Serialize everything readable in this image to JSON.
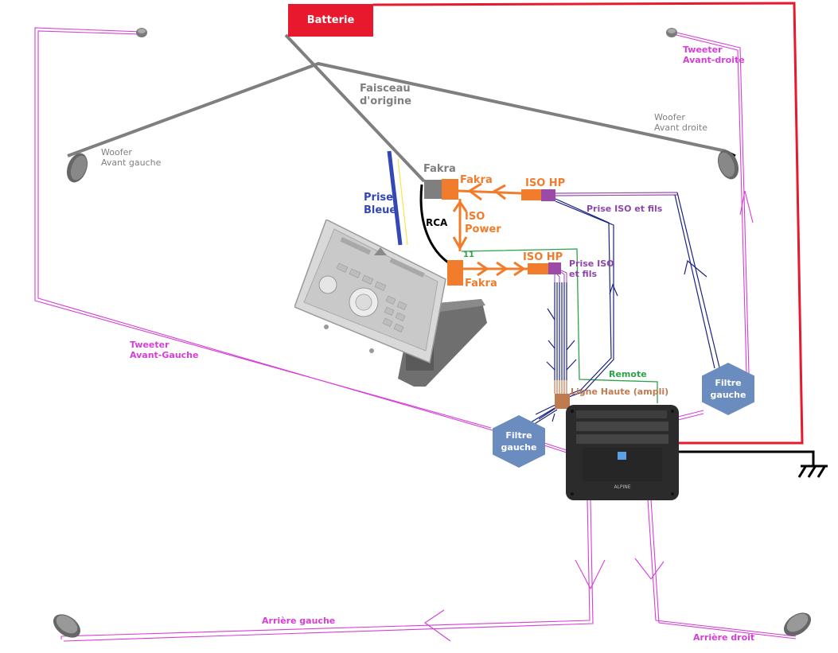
{
  "title": "Schéma câblage autoradio + ampli",
  "battery": {
    "label": "Batterie",
    "color": "#e8192c"
  },
  "labels": {
    "harness": "Faisceau\nd'origine",
    "woofer_left": "Woofer\nAvant gauche",
    "woofer_right": "Woofer\nAvant droite",
    "tweeter_right": "Tweeter\nAvant-droite",
    "tweeter_left": "Tweeter\nAvant-Gauche",
    "fakra_gray": "Fakra",
    "fakra_top": "Fakra",
    "fakra_bottom": "Fakra",
    "iso_hp_top": "ISO HP",
    "iso_hp_bottom": "ISO HP",
    "iso_power": "ISO\nPower",
    "rca": "RCA",
    "prise_bleue": "Prise\nBleue",
    "prise_iso_top": "Prise ISO et fils",
    "prise_iso_bottom": "Prise ISO\net fils",
    "pin_11": "11",
    "remote": "Remote",
    "ligne_haute": "Ligne Haute (ampli)",
    "rear_left": "Arrière gauche",
    "rear_right": "Arrière droit"
  },
  "filters": {
    "left": "Filtre\ngauche",
    "right": "Filtre\ngauche"
  },
  "amplifier": {
    "brand": "ALPINE"
  },
  "colors": {
    "power": "#e8192c",
    "ground": "#000000",
    "speaker_wire": "#d63ed6",
    "signal_wire": "#1a237e",
    "harness": "#7f7f7f",
    "connector": "#f07c2c",
    "iso_plug": "#9b4aa8",
    "remote": "#2ca24a",
    "ligne_haute": "#c07a50",
    "filter": "#6b8cbf"
  }
}
